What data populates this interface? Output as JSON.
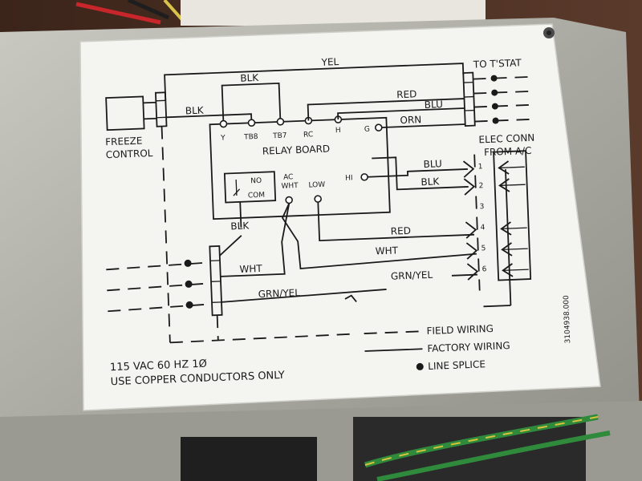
{
  "freeze_control": {
    "line1": "FREEZE",
    "line2": "CONTROL"
  },
  "tstat": {
    "title": "TO T'STAT"
  },
  "elec_conn": {
    "line1": "ELEC CONN",
    "line2": "FROM A/C",
    "pins": [
      "1",
      "2",
      "3",
      "4",
      "5",
      "6"
    ]
  },
  "relay_board": {
    "title": "RELAY BOARD",
    "terminals": [
      "Y",
      "TB8",
      "TB7",
      "RC",
      "H",
      "G"
    ],
    "no": "NO",
    "com": "COM",
    "ac": "AC",
    "ac_wht": "WHT",
    "low": "LOW",
    "hi": "HI"
  },
  "wires": {
    "yel": "YEL",
    "blk_top": "BLK",
    "blk_fc": "BLK",
    "red_top": "RED",
    "blu_top": "BLU",
    "orn": "ORN",
    "blu_right": "BLU",
    "blk_right": "BLK",
    "blk_left": "BLK",
    "red_low": "RED",
    "wht_center": "WHT",
    "wht_left": "WHT",
    "grn_yel_left": "GRN/YEL",
    "grn_yel_right": "GRN/YEL"
  },
  "power": {
    "line1": "115 VAC  60 HZ  1Ø",
    "line2": "USE COPPER CONDUCTORS ONLY"
  },
  "legend": {
    "field": "FIELD WIRING",
    "factory": "FACTORY WIRING",
    "splice": "LINE SPLICE"
  },
  "part_number": "3104938.000",
  "colors": {
    "label_card": "#f4f4f1",
    "metal_panel": "#b7b7b0",
    "wood": "#4a2e22",
    "ink": "#1a1a1a",
    "wire_green_yellow": "#2f8a3c"
  }
}
